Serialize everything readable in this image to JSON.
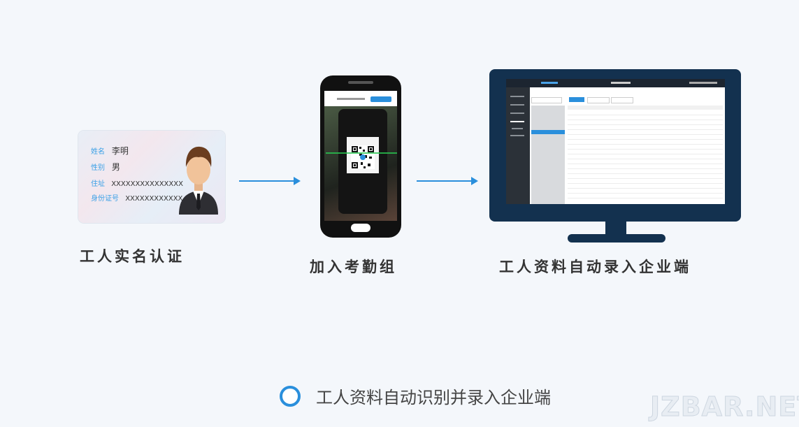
{
  "id_card": {
    "name_label": "姓名",
    "name_value": "李明",
    "gender_label": "性别",
    "gender_value": "男",
    "address_label": "住址",
    "address_value": "XXXXXXXXXXXXXXX",
    "id_label": "身份证号",
    "id_value": "XXXXXXXXXXXX"
  },
  "steps": [
    {
      "label": "工人实名认证"
    },
    {
      "label": "加入考勤组"
    },
    {
      "label": "工人资料自动录入企业端"
    }
  ],
  "footer": {
    "text": "工人资料自动识别并录入企业端"
  },
  "watermark": "JZBAR.NET",
  "colors": {
    "accent": "#2a8fdc",
    "monitor": "#13314f",
    "background": "#f4f7fb"
  }
}
